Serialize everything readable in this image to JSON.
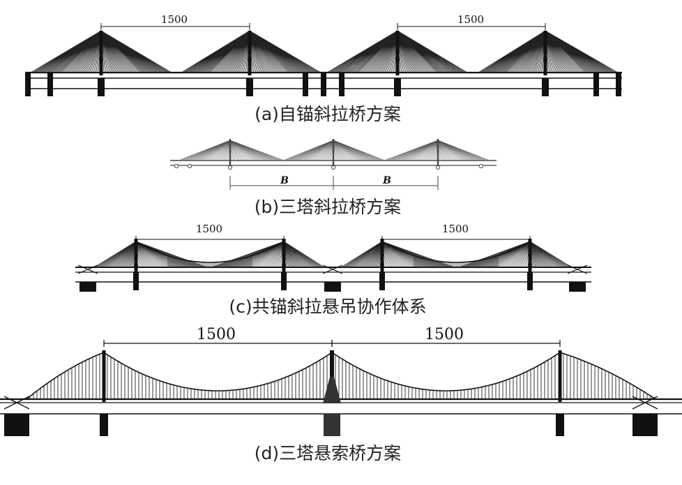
{
  "panels": [
    {
      "id": "a",
      "caption": "(a)自锚斜拉桥方案",
      "span_labels": [
        "1500",
        "1500"
      ]
    },
    {
      "id": "b",
      "caption": "(b)三塔斜拉桥方案",
      "span_labels": [
        "B",
        "B"
      ]
    },
    {
      "id": "c",
      "caption": "(c)共锚斜拉悬吊协作体系",
      "span_labels": [
        "1500",
        "1500"
      ]
    },
    {
      "id": "d",
      "caption": "(d)三塔悬索桥方案",
      "span_labels": [
        "1500",
        "1500"
      ]
    }
  ],
  "colors": {
    "ink": "#111111",
    "cable": "#222222",
    "caption": "#222222"
  }
}
